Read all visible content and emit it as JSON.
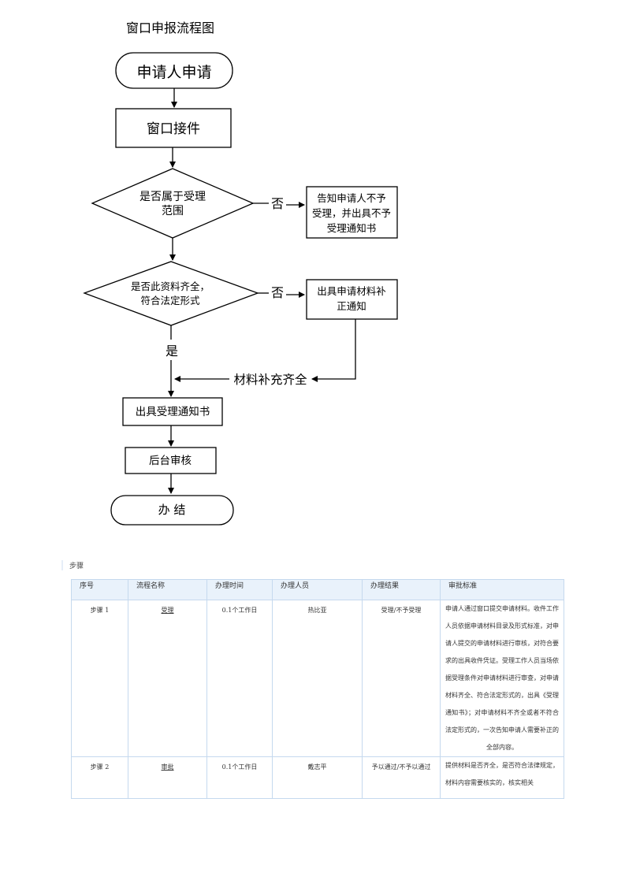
{
  "flowchart": {
    "title": "窗口申报流程图",
    "start": "申请人申请",
    "window_receive": "窗口接件",
    "decision1": [
      "是否属于受理",
      "范围"
    ],
    "no1": "否",
    "reject_box": [
      "告知申请人不予",
      "受理，并出具不予",
      "受理通知书"
    ],
    "decision2": [
      "是否此资料齐全，",
      "符合法定形式"
    ],
    "no2": "否",
    "supplement_box": [
      "出具申请材料补",
      "正通知"
    ],
    "yes": "是",
    "materials_complete": "材料补充齐全",
    "issue_notice": "出具受理通知书",
    "backend_review": "后台审核",
    "end": "办 结"
  },
  "steps_label": "步骤",
  "table": {
    "headers": [
      "序号",
      "流程名称",
      "办理时间",
      "办理人员",
      "办理结果",
      "审批标准"
    ],
    "rows": [
      {
        "seq": "步骤 1",
        "name": "受理",
        "time": "0.1个工作日",
        "person": "热比亚",
        "result": "受理/不予受理",
        "criteria": "申请人通过窗口提交申请材料。收件工作人员依据申请材料目录及形式标准，对申请人提交的申请材料进行审核，对符合要求的出具收件凭证。受理工作人员当场依据受理条件对申请材料进行审查，对申请材料齐全、符合法定形式的，出具《受理通知书》；对申请材料不齐全或者不符合法定形式的，一次告知申请人需要补正的全部内容。"
      },
      {
        "seq": "步骤 2",
        "name": "审批",
        "time": "0.1个工作日",
        "person": "戴志平",
        "result": "予以通过/不予以通过",
        "criteria": "提供材料是否齐全，是否符合法律规定，材料内容需要核实的，核实相关"
      }
    ]
  }
}
